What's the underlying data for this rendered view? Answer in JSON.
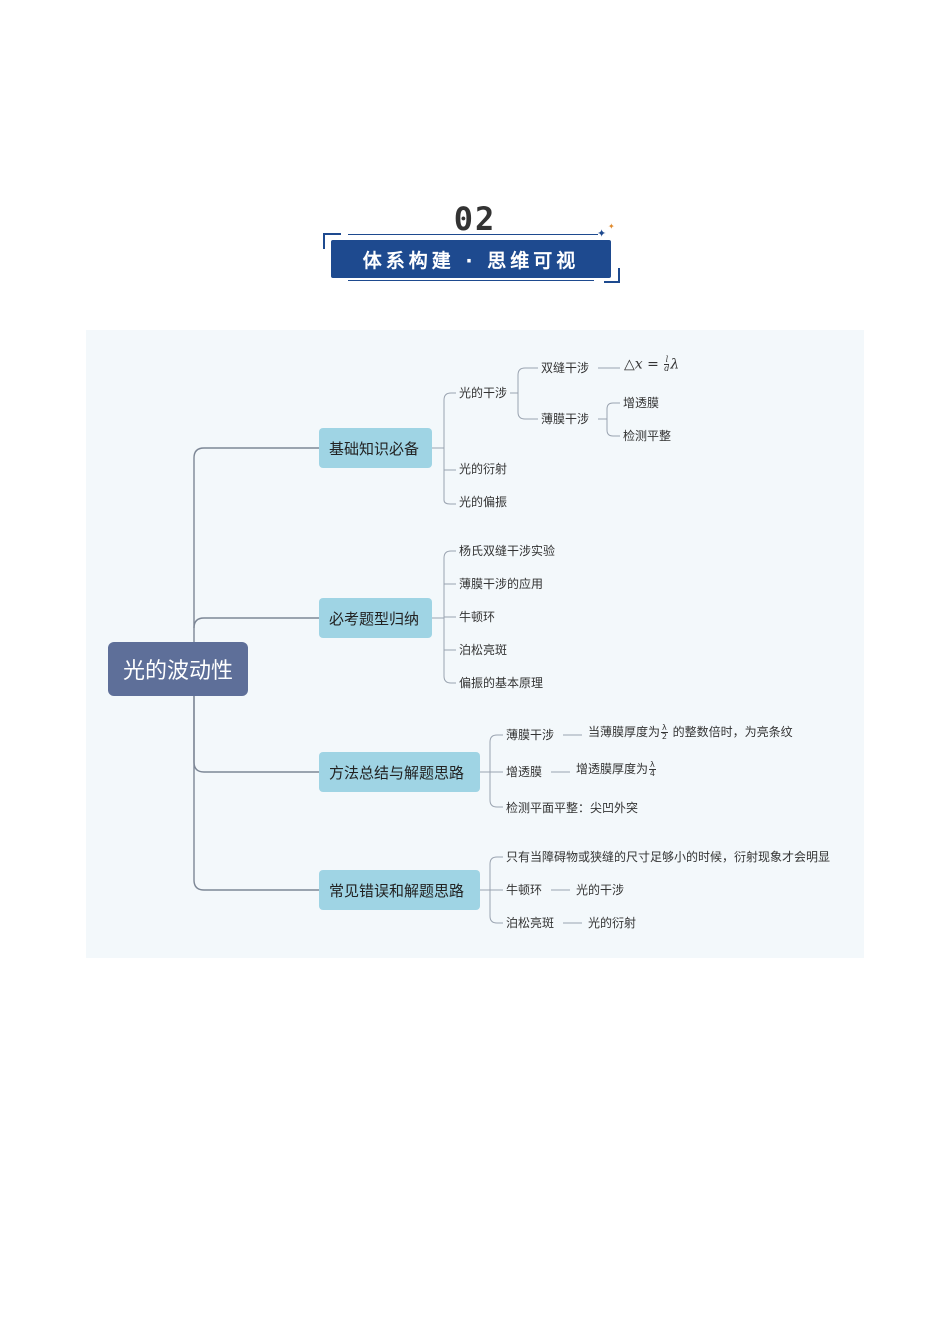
{
  "header": {
    "section_number": "02",
    "title": "体系构建 · 思维可视"
  },
  "mindmap": {
    "root": "光的波动性",
    "branches": [
      {
        "label": "基础知识必备",
        "children": [
          {
            "label": "光的干涉",
            "children": [
              {
                "label": "双缝干涉",
                "formula": "Δx = (l/d)λ"
              },
              {
                "label": "薄膜干涉",
                "children": [
                  "增透膜",
                  "检测平整"
                ]
              }
            ]
          },
          {
            "label": "光的衍射"
          },
          {
            "label": "光的偏振"
          }
        ]
      },
      {
        "label": "必考题型归纳",
        "children": [
          "杨氏双缝干涉实验",
          "薄膜干涉的应用",
          "牛顿环",
          "泊松亮斑",
          "偏振的基本原理"
        ]
      },
      {
        "label": "方法总结与解题思路",
        "children": [
          {
            "label": "薄膜干涉",
            "detail_pre": "当薄膜厚度为",
            "detail_frac_num": "λ",
            "detail_frac_den": "2",
            "detail_post": "的整数倍时，为亮条纹"
          },
          {
            "label": "增透膜",
            "detail_pre": "增透膜厚度为",
            "detail_frac_num": "λ",
            "detail_frac_den": "4"
          },
          {
            "label": "检测平面平整：尖凹外突"
          }
        ]
      },
      {
        "label": "常见错误和解题思路",
        "children": [
          {
            "label": "只有当障碍物或狭缝的尺寸足够小的时候，衍射现象才会明显"
          },
          {
            "label": "牛顿环",
            "detail": "光的干涉"
          },
          {
            "label": "泊松亮斑",
            "detail": "光的衍射"
          }
        ]
      }
    ]
  },
  "colors": {
    "banner": "#1e4a8f",
    "root": "#5e6f99",
    "branch": "#9fd4e4",
    "background": "#f3f8fb",
    "line": "#7d8796"
  }
}
